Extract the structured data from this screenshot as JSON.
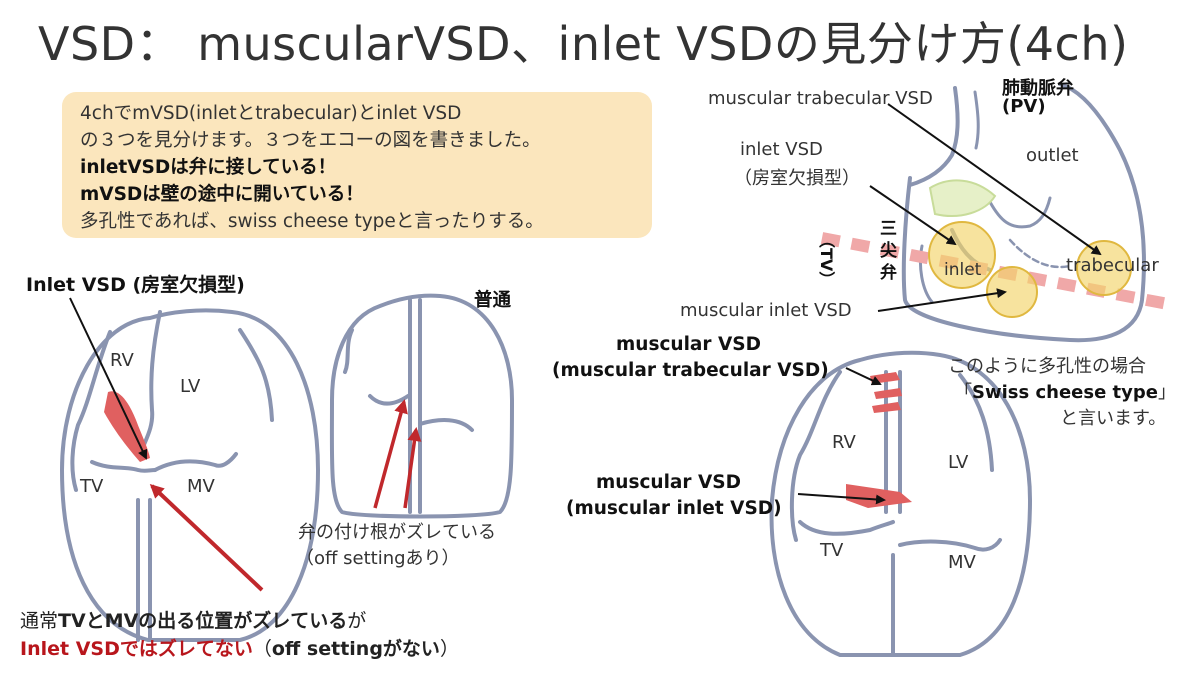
{
  "title": "VSD： muscularVSD、inlet VSDの見分け方(4ch)",
  "info": {
    "line1": "4chでmVSD(inletとtrabecular)とinlet VSD",
    "line2": "の３つを見分けます。３つをエコーの図を書きました。",
    "line3": "inletVSDは弁に接している！",
    "line4": "mVSDは壁の途中に開いている！",
    "line5": "多孔性であれば、swiss cheese typeと言ったりする。"
  },
  "left_heart": {
    "heading": "Inlet VSD (房室欠損型)",
    "rv": "RV",
    "lv": "LV",
    "tv": "TV",
    "mv": "MV"
  },
  "normal_heart": {
    "heading": "普通",
    "note_line1": "弁の付け根がズレている",
    "note_line2": "（off settingあり）"
  },
  "bottom_note": {
    "line1_a": "通常",
    "line1_b": "TVとMVの出る位置がズレている",
    "line1_c": "が",
    "line2_a": "Inlet VSDではズレてない",
    "line2_b": "（",
    "line2_c": "off settingがない",
    "line2_d": "）"
  },
  "top_right": {
    "pv_label_line1": "肺動脈弁",
    "pv_label_line2": "(PV)",
    "muscular_trabecular_label": "muscular trabecular VSD",
    "inlet_label_line1": "inlet  VSD",
    "inlet_label_line2": "（房室欠損型）",
    "tv_label_a": "三",
    "tv_label_b": "尖",
    "tv_label_c": "弁",
    "tv_label_d": "（TV）",
    "outlet": "outlet",
    "inlet": "inlet",
    "trabecular": "trabecular",
    "muscular_inlet_label": "muscular inlet VSD"
  },
  "bottom_right": {
    "label1_line1": "muscular  VSD",
    "label1_line2": "(muscular trabecular VSD)",
    "label2_line1": "muscular  VSD",
    "label2_line2": "(muscular inlet VSD)",
    "rv": "RV",
    "lv": "LV",
    "tv": "TV",
    "mv": "MV",
    "swiss_line1": "このように多孔性の場合",
    "swiss_line2_a": "「",
    "swiss_line2_b": "Swiss cheese type",
    "swiss_line2_c": "」",
    "swiss_line3": "と言います。"
  },
  "colors": {
    "outline": "#8a94b0",
    "arrow_red": "#c0282c",
    "defect_red": "#e06060",
    "highlight_yellow": "#f2d46a",
    "dash_pink": "#f0a8a8",
    "box_fill": "#fbe6bd"
  }
}
